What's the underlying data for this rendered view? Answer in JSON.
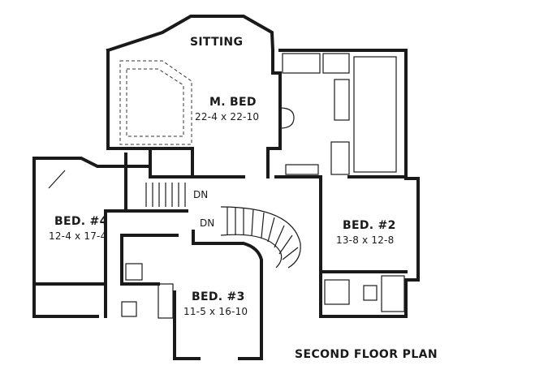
{
  "plan": {
    "title": "SECOND FLOOR PLAN",
    "rooms": [
      {
        "name": "SITTING",
        "dims": ""
      },
      {
        "name": "M. BED",
        "dims": "22-4  x  22-10"
      },
      {
        "name": "BED. #4",
        "dims": "12-4  x  17-4"
      },
      {
        "name": "BED. #2",
        "dims": "13-8  x  12-8"
      },
      {
        "name": "BED. #3",
        "dims": "11-5  x  16-10"
      }
    ],
    "stair_labels": [
      "DN",
      "DN"
    ]
  }
}
